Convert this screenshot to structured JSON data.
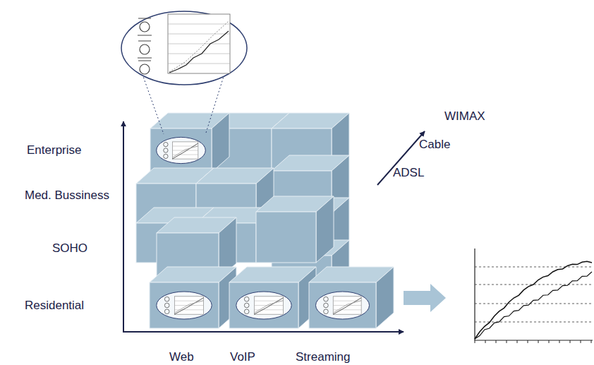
{
  "diagram": {
    "labels": [
      "Enterprise",
      "Med. Bussiness",
      "SOHO",
      "Residential",
      "Web",
      "VoIP",
      "Streaming",
      "WIMAX",
      "Cable",
      "ADSL"
    ]
  }
}
